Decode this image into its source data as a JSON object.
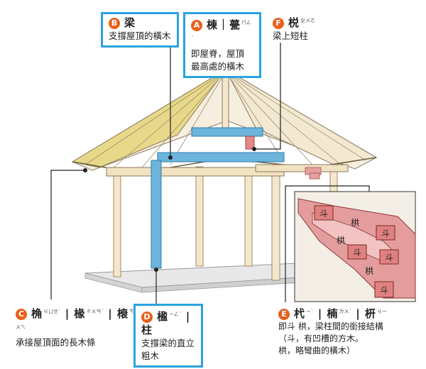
{
  "labels": {
    "B": {
      "letter": "B",
      "term": "梁",
      "desc": "支撐屋頂的橫木"
    },
    "A": {
      "letter": "A",
      "term": "棟｜甍",
      "ruby": "ㄇㄥˊ",
      "desc": "即屋脊，屋頂\n最高處的橫木"
    },
    "F": {
      "letter": "F",
      "term": "棁",
      "ruby": "ㄓㄨㄛ",
      "desc": "梁上短柱"
    },
    "C": {
      "letter": "C",
      "term1": "桷",
      "ruby1": "ㄐㄩㄝˊ",
      "term2": "椽",
      "ruby2": "ㄔㄨㄢˊ",
      "term3": "榱",
      "ruby3": "ㄘㄨㄟ",
      "desc": "承接屋頂面的長木條"
    },
    "D": {
      "letter": "D",
      "term1": "楹",
      "ruby1": "ㄧㄥˊ",
      "term2": "柱",
      "desc": "支撐梁的直立\n粗木"
    },
    "E": {
      "letter": "E",
      "term1": "杙",
      "ruby1": "ㄧˋ",
      "term2": "楠",
      "ruby2": "ㄌㄨˊ",
      "term3": "枅",
      "ruby3": "ㄐㄧ",
      "desc": "即斗 栱，梁柱間的銜接結構\n（斗，有凹槽的方木。\n  栱，略彎曲的橫木）"
    }
  },
  "inset": {
    "dou_label": "斗",
    "gong_label": "栱"
  },
  "colors": {
    "highlight": "#5aaed6",
    "beam": "#6cb4dc",
    "accent": "#e8601c",
    "dougong": "#e08a8a"
  }
}
